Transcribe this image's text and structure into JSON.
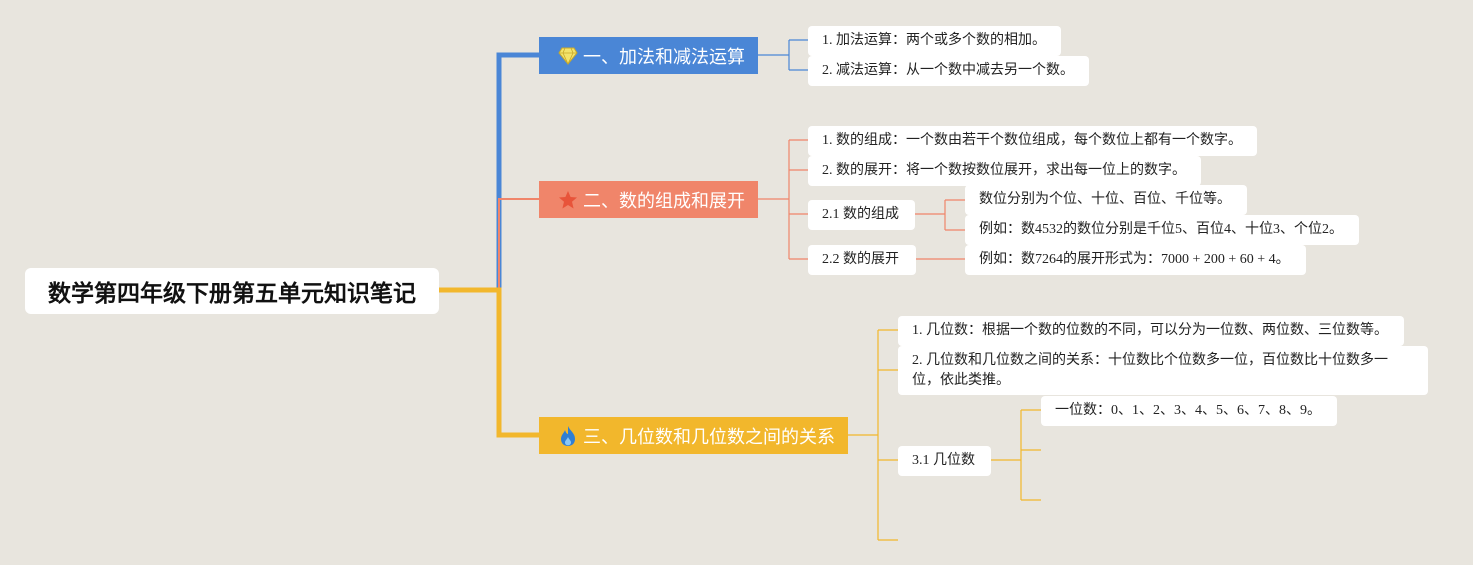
{
  "root": "数学第四年级下册第五单元知识笔记",
  "colors": {
    "blue": "#4a86d6",
    "orange": "#f0856a",
    "yellow": "#f2b72c",
    "background": "#e8e5de"
  },
  "topics": [
    {
      "title": "一、加法和减法运算",
      "icon": "diamond-icon",
      "items": [
        "1. 加法运算：两个或多个数的相加。",
        "2. 减法运算：从一个数中减去另一个数。"
      ]
    },
    {
      "title": "二、数的组成和展开",
      "icon": "star-icon",
      "items": [
        "1. 数的组成：一个数由若干个数位组成，每个数位上都有一个数字。",
        "2. 数的展开：将一个数按数位展开，求出每一位上的数字。",
        "2.1 数的组成",
        "2.2 数的展开"
      ],
      "sub_2_1": [
        "数位分别为个位、十位、百位、千位等。",
        "例如：数4532的数位分别是千位5、百位4、十位3、个位2。"
      ],
      "sub_2_2": [
        "例如：数7264的展开形式为：7000 + 200 + 60 + 4。"
      ]
    },
    {
      "title": "三、几位数和几位数之间的关系",
      "icon": "flame-icon",
      "items": [
        "1. 几位数：根据一个数的位数的不同，可以分为一位数、两位数、三位数等。",
        "2. 几位数和几位数之间的关系：十位数比个位数多一位，百位数比十位数多一位，依此类推。",
        "3.1 几位数"
      ],
      "sub_3_1": [
        "一位数：0、1、2、3、4、5、6、7、8、9。"
      ]
    }
  ]
}
